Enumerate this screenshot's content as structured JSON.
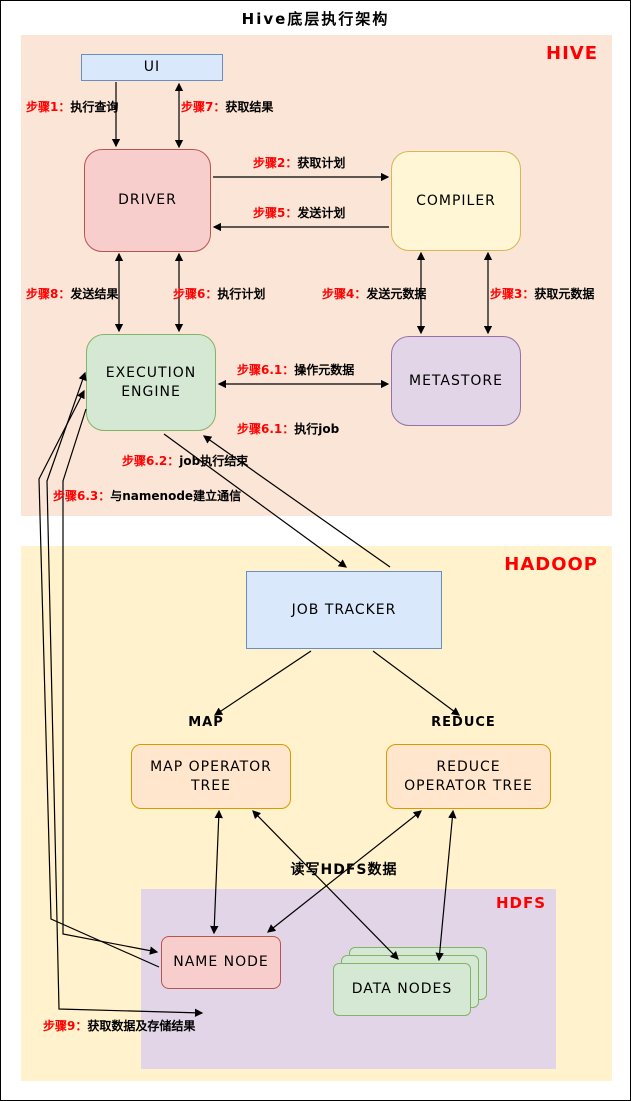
{
  "title": "Hive底层执行架构",
  "regions": {
    "hive": {
      "label": "HIVE",
      "label_color": "#FF0000",
      "bg": "#FBE5D6"
    },
    "hadoop": {
      "label": "HADOOP",
      "label_color": "#FF0000",
      "bg": "#FFF2CC"
    },
    "hdfs": {
      "label": "HDFS",
      "label_color": "#FF0000",
      "bg": "#E1D5E7"
    }
  },
  "nodes": {
    "ui": {
      "label": "UI",
      "bg": "#DAE8FC",
      "border": "#6C8EBF"
    },
    "driver": {
      "label": "DRIVER",
      "bg": "#F8CECC",
      "border": "#B85450"
    },
    "compiler": {
      "label": "COMPILER",
      "bg": "#FFF6D5",
      "border": "#D6B656"
    },
    "execution_engine": {
      "label": "EXECUTION ENGINE",
      "bg": "#D5E8D4",
      "border": "#82B366"
    },
    "metastore": {
      "label": "METASTORE",
      "bg": "#E1D5E7",
      "border": "#9673A6"
    },
    "job_tracker": {
      "label": "JOB TRACKER",
      "bg": "#DAE8FC",
      "border": "#6C8EBF"
    },
    "map": {
      "label": "MAP"
    },
    "reduce": {
      "label": "REDUCE"
    },
    "map_operator_tree": {
      "label": "MAP OPERATOR TREE",
      "bg": "#FFE6CC",
      "border": "#D79B00"
    },
    "reduce_operator_tree": {
      "label": "REDUCE OPERATOR TREE",
      "bg": "#FFE6CC",
      "border": "#D79B00"
    },
    "name_node": {
      "label": "NAME NODE",
      "bg": "#F8CECC",
      "border": "#B85450"
    },
    "data_nodes": {
      "label": "DATA NODES",
      "bg": "#D5E8D4",
      "border": "#82B366"
    }
  },
  "annotations": {
    "hdfs_rw": "读写HDFS数据"
  },
  "steps": {
    "s1": {
      "prefix": "步骤1：",
      "text": "执行查询"
    },
    "s2": {
      "prefix": "步骤2：",
      "text": "获取计划"
    },
    "s3": {
      "prefix": "步骤3：",
      "text": "获取元数据"
    },
    "s4": {
      "prefix": "步骤4：",
      "text": "发送元数据"
    },
    "s5": {
      "prefix": "步骤5：",
      "text": "发送计划"
    },
    "s6": {
      "prefix": "步骤6：",
      "text": "执行计划"
    },
    "s6_1_meta": {
      "prefix": "步骤6.1：",
      "text": "操作元数据"
    },
    "s6_1_job": {
      "prefix": "步骤6.1：",
      "text": "执行job"
    },
    "s6_2": {
      "prefix": "步骤6.2：",
      "text": "job执行结束"
    },
    "s6_3": {
      "prefix": "步骤6.3：",
      "text": "与namenode建立通信"
    },
    "s7": {
      "prefix": "步骤7：",
      "text": "获取结果"
    },
    "s8": {
      "prefix": "步骤8：",
      "text": "发送结果"
    },
    "s9": {
      "prefix": "步骤9：",
      "text": "获取数据及存储结果"
    }
  },
  "step_prefix_color": "#FF0000",
  "arrow_color": "#000000"
}
